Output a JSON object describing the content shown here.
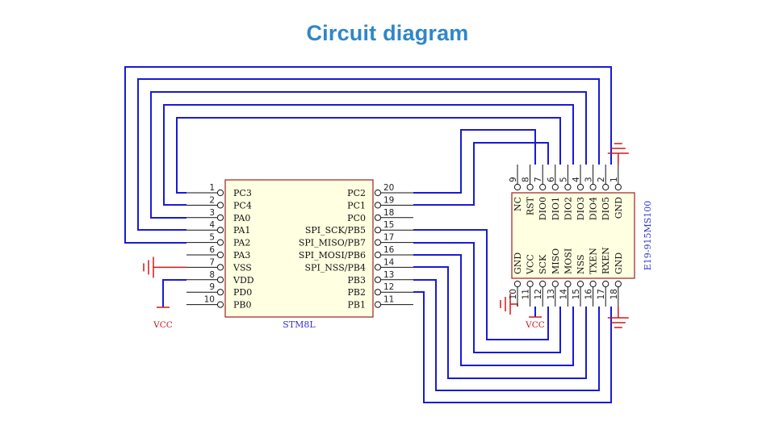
{
  "title": "Circuit diagram",
  "stm8l": {
    "name": "STM8L",
    "left_pins": [
      {
        "num": "1",
        "label": "PC3"
      },
      {
        "num": "2",
        "label": "PC4"
      },
      {
        "num": "3",
        "label": "PA0"
      },
      {
        "num": "4",
        "label": "PA1"
      },
      {
        "num": "5",
        "label": "PA2"
      },
      {
        "num": "6",
        "label": "PA3"
      },
      {
        "num": "7",
        "label": "VSS"
      },
      {
        "num": "8",
        "label": "VDD"
      },
      {
        "num": "9",
        "label": "PD0"
      },
      {
        "num": "10",
        "label": "PB0"
      }
    ],
    "right_pins": [
      {
        "num": "20",
        "label": "PC2"
      },
      {
        "num": "19",
        "label": "PC1"
      },
      {
        "num": "18",
        "label": "PC0"
      },
      {
        "num": "15",
        "label": "SPI_SCK/PB5"
      },
      {
        "num": "17",
        "label": "SPI_MISO/PB7"
      },
      {
        "num": "16",
        "label": "SPI_MOSI/PB6"
      },
      {
        "num": "14",
        "label": "SPI_NSS/PB4"
      },
      {
        "num": "13",
        "label": "PB3"
      },
      {
        "num": "12",
        "label": "PB2"
      },
      {
        "num": "11",
        "label": "PB1"
      }
    ]
  },
  "module": {
    "name": "E19-915MS100",
    "top_pins": [
      {
        "num": "9",
        "label": "NC"
      },
      {
        "num": "8",
        "label": "RST"
      },
      {
        "num": "7",
        "label": "DIO0"
      },
      {
        "num": "6",
        "label": "DIO1"
      },
      {
        "num": "5",
        "label": "DIO2"
      },
      {
        "num": "4",
        "label": "DIO3"
      },
      {
        "num": "3",
        "label": "DIO4"
      },
      {
        "num": "2",
        "label": "DIO5"
      },
      {
        "num": "1",
        "label": "GND"
      }
    ],
    "bottom_pins": [
      {
        "num": "10",
        "label": "GND"
      },
      {
        "num": "11",
        "label": "VCC"
      },
      {
        "num": "12",
        "label": "SCK"
      },
      {
        "num": "13",
        "label": "MISO"
      },
      {
        "num": "14",
        "label": "MOSI"
      },
      {
        "num": "15",
        "label": "NSS"
      },
      {
        "num": "16",
        "label": "TXEN"
      },
      {
        "num": "17",
        "label": "RXEN"
      },
      {
        "num": "18",
        "label": "GND"
      }
    ]
  },
  "power": {
    "vcc_left": "VCC",
    "vcc_module": "VCC"
  },
  "colors": {
    "title": "#2f86c8",
    "wire": "#1a1ad8",
    "power": "#d01818",
    "chip_fill": "#ffffe1",
    "chip_border": "#a33030"
  }
}
